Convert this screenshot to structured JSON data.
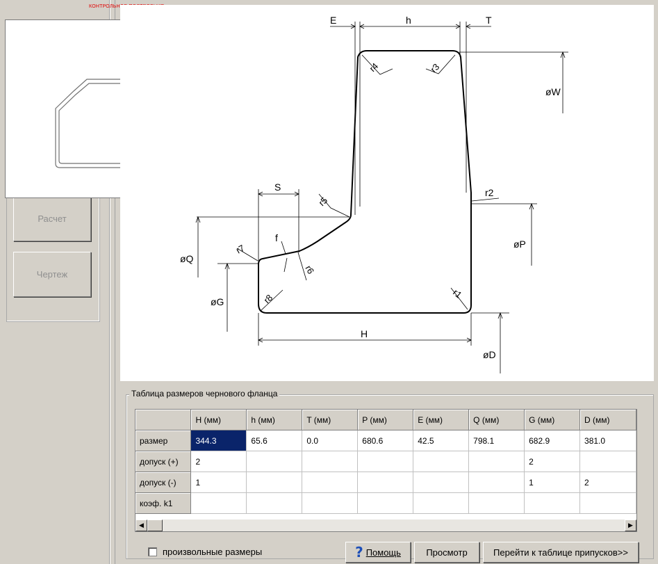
{
  "preview": {
    "title": "КОНТРОЛЬНОЕ ПОСТРОЕНИЕ"
  },
  "left_buttons": {
    "calc": "Расчет",
    "drawing": "Чертеж"
  },
  "diagram_labels": {
    "E": "E",
    "h": "h",
    "T": "T",
    "W": "øW",
    "r4": "r4",
    "r3": "r3",
    "r2": "r2",
    "S": "S",
    "r5": "r5",
    "f": "f",
    "r7": "r7",
    "r6": "r6",
    "Q": "øQ",
    "P": "øP",
    "G": "øG",
    "r8": "r8",
    "r1": "r1",
    "H": "H",
    "D": "øD"
  },
  "table": {
    "group_title": "Таблица размеров чернового фланца",
    "columns": [
      "H (мм)",
      "h (мм)",
      "T (мм)",
      "P (мм)",
      "E (мм)",
      "Q (мм)",
      "G (мм)",
      "D (мм)"
    ],
    "rows": [
      {
        "label": "размер",
        "cells": [
          "344.3",
          "65.6",
          "0.0",
          "680.6",
          "42.5",
          "798.1",
          "682.9",
          "381.0"
        ]
      },
      {
        "label": "допуск (+)",
        "cells": [
          "2",
          "",
          "",
          "",
          "",
          "",
          "2",
          ""
        ]
      },
      {
        "label": "допуск (-)",
        "cells": [
          "1",
          "",
          "",
          "",
          "",
          "",
          "1",
          "2"
        ]
      },
      {
        "label": "коэф. k1",
        "cells": [
          "",
          "",
          "",
          "",
          "",
          "",
          "",
          ""
        ]
      }
    ]
  },
  "footer": {
    "arbitrary_label": "произвольные размеры",
    "help": "Помощь",
    "preview": "Просмотр",
    "goto": "Перейти к таблице припусков>>"
  }
}
